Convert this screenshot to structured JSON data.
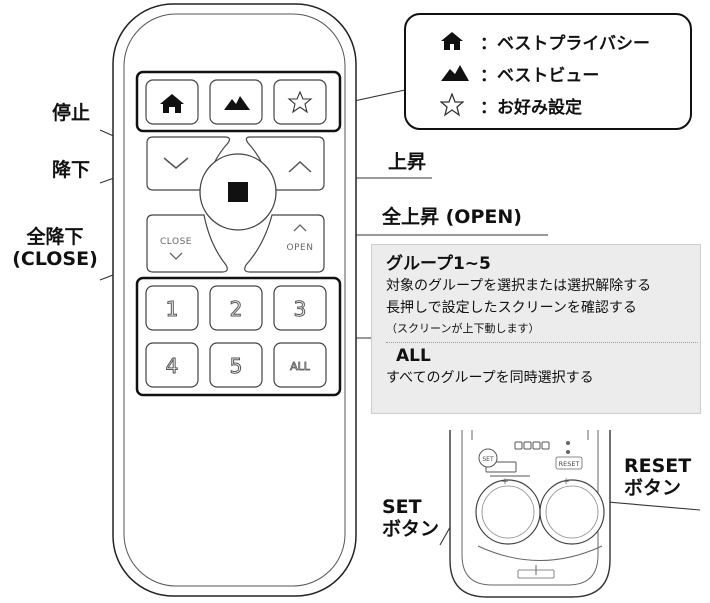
{
  "callout": {
    "items": [
      {
        "icon": "home-icon",
        "label": "：ベストプライバシー"
      },
      {
        "icon": "mountain-icon",
        "label": "：ベストビュー"
      },
      {
        "icon": "star-icon",
        "label": "：お好み設定"
      }
    ]
  },
  "remote": {
    "close_label": "CLOSE",
    "open_label": "OPEN",
    "group_buttons": [
      "1",
      "2",
      "3",
      "4",
      "5",
      "ALL"
    ]
  },
  "labels": {
    "stop": "停止",
    "down": "降下",
    "up": "上昇",
    "full_down": "全降下",
    "full_down_en": "(CLOSE)",
    "full_up": "全上昇 (OPEN)",
    "set_button_1": "SET",
    "set_button_2": "ボタン",
    "reset_button_1": "RESET",
    "reset_button_2": "ボタン"
  },
  "group_box": {
    "title": "グループ1~5",
    "line1": "対象のグループを選択または選択解除する",
    "line2": "長押しで設定したスクリーンを確認する",
    "note": "（スクリーンが上下動します）",
    "all_title": "ALL",
    "all_desc": "すべてのグループを同時選択する"
  },
  "back_view": {
    "set_text": "SET",
    "reset_text": "RESET",
    "plus": "+"
  }
}
